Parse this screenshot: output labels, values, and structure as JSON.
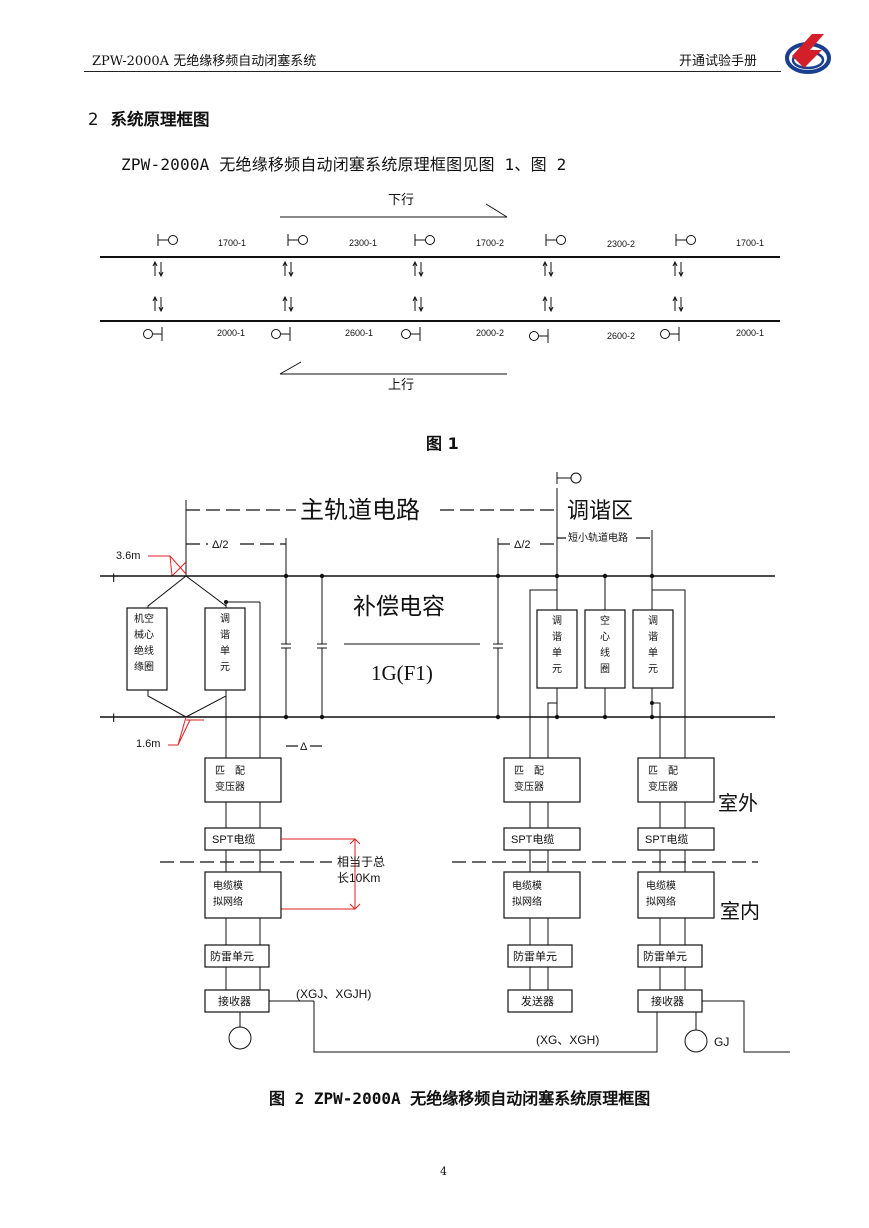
{
  "header": {
    "left": "ZPW-2000A 无绝缘移频自动闭塞系统",
    "right": "开通试验手册"
  },
  "section": {
    "number": "2",
    "title": "系统原理框图"
  },
  "intro": "ZPW-2000A 无绝缘移频自动闭塞系统原理框图见图 1、图 2",
  "figure1": {
    "caption": "图 1",
    "down_dir": "下行",
    "up_dir": "上行",
    "top_freqs": [
      "1700-1",
      "2300-1",
      "1700-2",
      "2300-2",
      "1700-1"
    ],
    "bottom_freqs": [
      "2000-1",
      "2600-1",
      "2000-2",
      "2600-2",
      "2000-1"
    ]
  },
  "figure2": {
    "caption": "图 2   ZPW-2000A 无绝缘移频自动闭塞系统原理框图",
    "main_track": "主轨道电路",
    "tuning_zone": "调谐区",
    "short_track": "短小轨道电路",
    "delta_half_left": "Δ/2",
    "delta_half_right": "Δ/2",
    "delta": "Δ",
    "len_top": "3.6m",
    "len_bottom": "1.6m",
    "rail_mark_top": "I",
    "rail_mark_bottom": "I",
    "compensation": "补偿电容",
    "cap_label": "1G(F1)",
    "mech_coil": [
      "机空",
      "械心",
      "绝线",
      "缘圈"
    ],
    "tuning_unit": [
      "调",
      "谐",
      "单",
      "元"
    ],
    "air_coil": [
      "空",
      "心",
      "线",
      "圈"
    ],
    "matching": [
      "匹　配",
      "变压器"
    ],
    "spt": "SPT电缆",
    "cable_sim": [
      "电缆模",
      "拟网络"
    ],
    "equiv": [
      "相当于总",
      "长10Km"
    ],
    "lightning": "防雷单元",
    "receiver": "接收器",
    "transmitter": "发送器",
    "outdoor": "室外",
    "indoor": "室内",
    "xgj": "(XGJ、XGJH)",
    "xg": "(XG、XGH)",
    "gj": "GJ"
  },
  "page_number": "4"
}
